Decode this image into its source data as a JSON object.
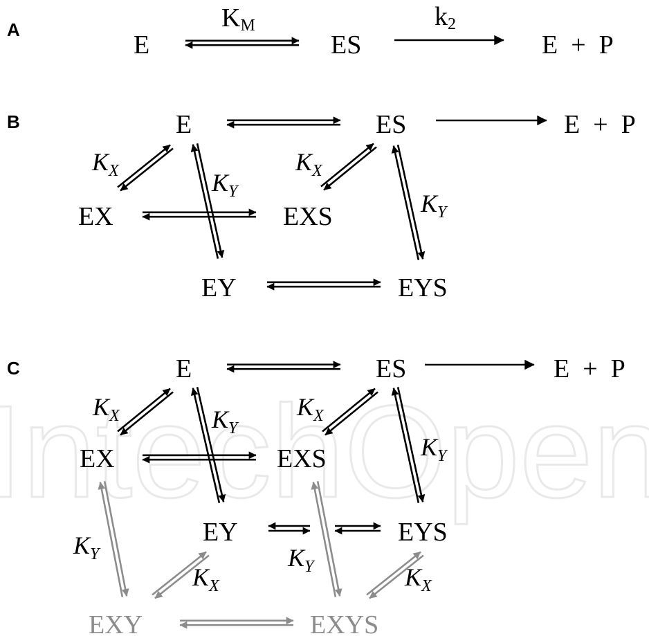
{
  "colors": {
    "ink": "#000000",
    "gray": "#8c8c8c",
    "watermark": "#eeeeee"
  },
  "watermark": {
    "text": "IntechOpen"
  },
  "panels": [
    {
      "label": "A",
      "species": [
        {
          "text": "E",
          "color": "ink"
        },
        {
          "text": "ES",
          "color": "ink"
        },
        {
          "text": "E  +  P",
          "color": "ink"
        }
      ],
      "rate_labels": [
        {
          "main": "K",
          "sub": "M",
          "italic": false
        },
        {
          "main": "k",
          "sub": "2",
          "italic": false
        }
      ]
    },
    {
      "label": "B",
      "species": [
        {
          "text": "E",
          "color": "ink"
        },
        {
          "text": "ES",
          "color": "ink"
        },
        {
          "text": "E  +  P",
          "color": "ink"
        },
        {
          "text": "EX",
          "color": "ink"
        },
        {
          "text": "EXS",
          "color": "ink"
        },
        {
          "text": "EY",
          "color": "ink"
        },
        {
          "text": "EYS",
          "color": "ink"
        }
      ],
      "rate_labels": [
        {
          "main": "K",
          "sub": "X",
          "italic": true
        },
        {
          "main": "K",
          "sub": "Y",
          "italic": true
        },
        {
          "main": "K",
          "sub": "X",
          "italic": true
        },
        {
          "main": "K",
          "sub": "Y",
          "italic": true
        }
      ]
    },
    {
      "label": "C",
      "species": [
        {
          "text": "E",
          "color": "ink"
        },
        {
          "text": "ES",
          "color": "ink"
        },
        {
          "text": "E  +  P",
          "color": "ink"
        },
        {
          "text": "EX",
          "color": "ink"
        },
        {
          "text": "EXS",
          "color": "ink"
        },
        {
          "text": "EY",
          "color": "ink"
        },
        {
          "text": "EYS",
          "color": "ink"
        },
        {
          "text": "EXY",
          "color": "gray"
        },
        {
          "text": "EXYS",
          "color": "gray"
        }
      ],
      "rate_labels": [
        {
          "main": "K",
          "sub": "X",
          "italic": true
        },
        {
          "main": "K",
          "sub": "Y",
          "italic": true
        },
        {
          "main": "K",
          "sub": "X",
          "italic": true
        },
        {
          "main": "K",
          "sub": "Y",
          "italic": true
        },
        {
          "main": "K",
          "sub": "Y",
          "italic": true
        },
        {
          "main": "K",
          "sub": "X",
          "italic": true
        },
        {
          "main": "K",
          "sub": "Y",
          "italic": true
        },
        {
          "main": "K",
          "sub": "X",
          "italic": true
        }
      ]
    }
  ]
}
